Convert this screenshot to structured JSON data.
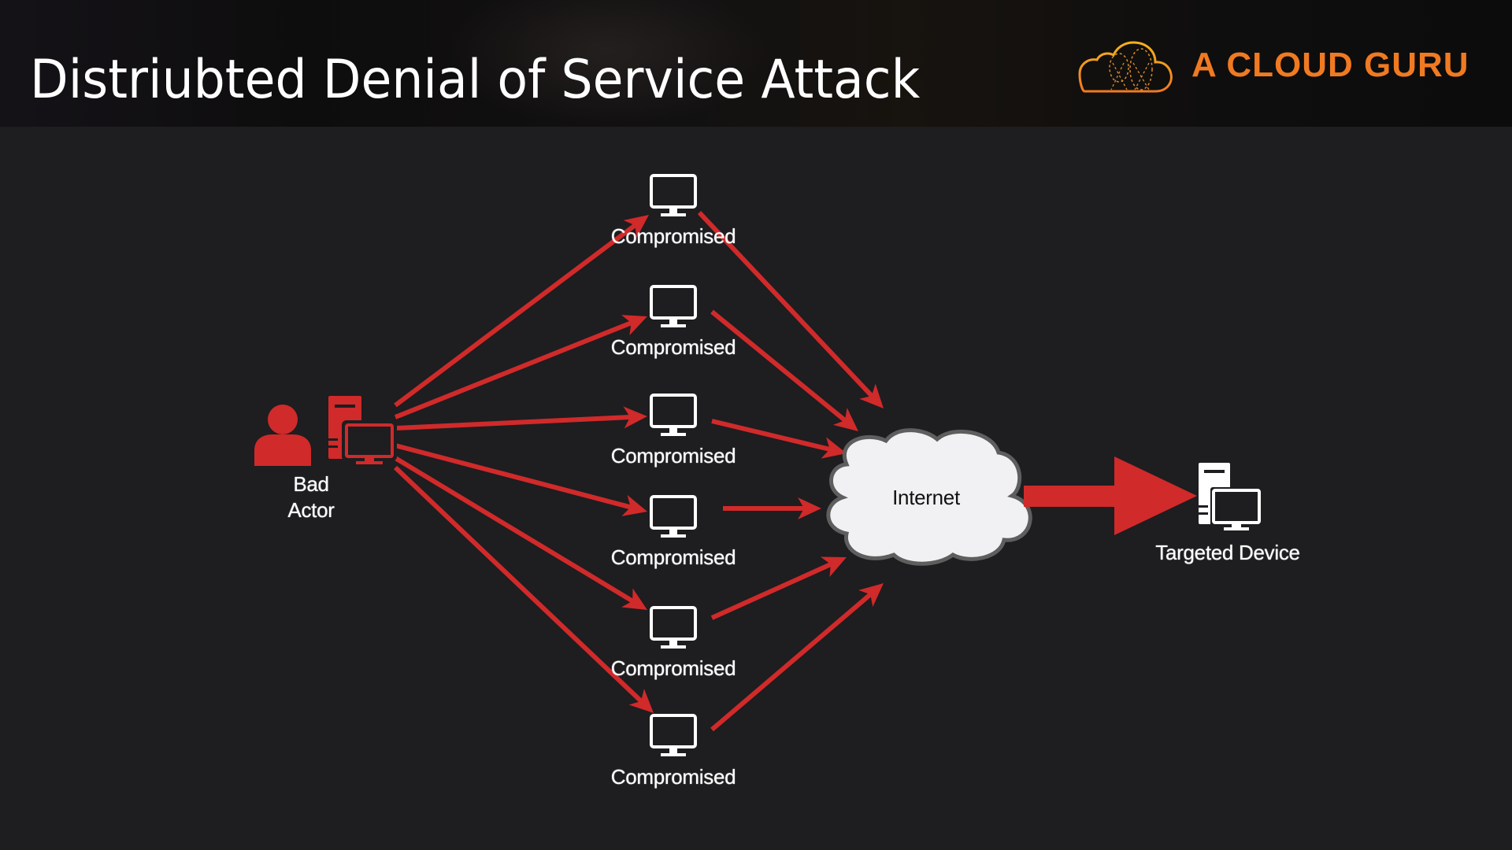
{
  "slide": {
    "title": "Distriubted Denial of Service Attack",
    "brand": {
      "name": "A CLOUD GURU",
      "logo_icon": "cloud-logo-icon",
      "color": "#f07a22"
    }
  },
  "diagram": {
    "arrow_color": "#d02a2a",
    "source": {
      "label_line1": "Bad",
      "label_line2": "Actor",
      "icons": [
        "person-icon",
        "desktop-computer-icon"
      ],
      "color": "#d02a2a"
    },
    "compromised_nodes": [
      {
        "label": "Compromised",
        "icon": "monitor-icon"
      },
      {
        "label": "Compromised",
        "icon": "monitor-icon"
      },
      {
        "label": "Compromised",
        "icon": "monitor-icon"
      },
      {
        "label": "Compromised",
        "icon": "monitor-icon"
      },
      {
        "label": "Compromised",
        "icon": "monitor-icon"
      },
      {
        "label": "Compromised",
        "icon": "monitor-icon"
      }
    ],
    "internet": {
      "label": "Internet",
      "icon": "cloud-icon"
    },
    "target": {
      "label": "Targeted Device",
      "icon": "desktop-computer-icon"
    },
    "edges": [
      {
        "from": "source",
        "to": "compromised-1"
      },
      {
        "from": "source",
        "to": "compromised-2"
      },
      {
        "from": "source",
        "to": "compromised-3"
      },
      {
        "from": "source",
        "to": "compromised-4"
      },
      {
        "from": "source",
        "to": "compromised-5"
      },
      {
        "from": "source",
        "to": "compromised-6"
      },
      {
        "from": "compromised-1",
        "to": "internet"
      },
      {
        "from": "compromised-2",
        "to": "internet"
      },
      {
        "from": "compromised-3",
        "to": "internet"
      },
      {
        "from": "compromised-4",
        "to": "internet"
      },
      {
        "from": "compromised-5",
        "to": "internet"
      },
      {
        "from": "compromised-6",
        "to": "internet"
      },
      {
        "from": "internet",
        "to": "target",
        "style": "thick"
      }
    ]
  }
}
